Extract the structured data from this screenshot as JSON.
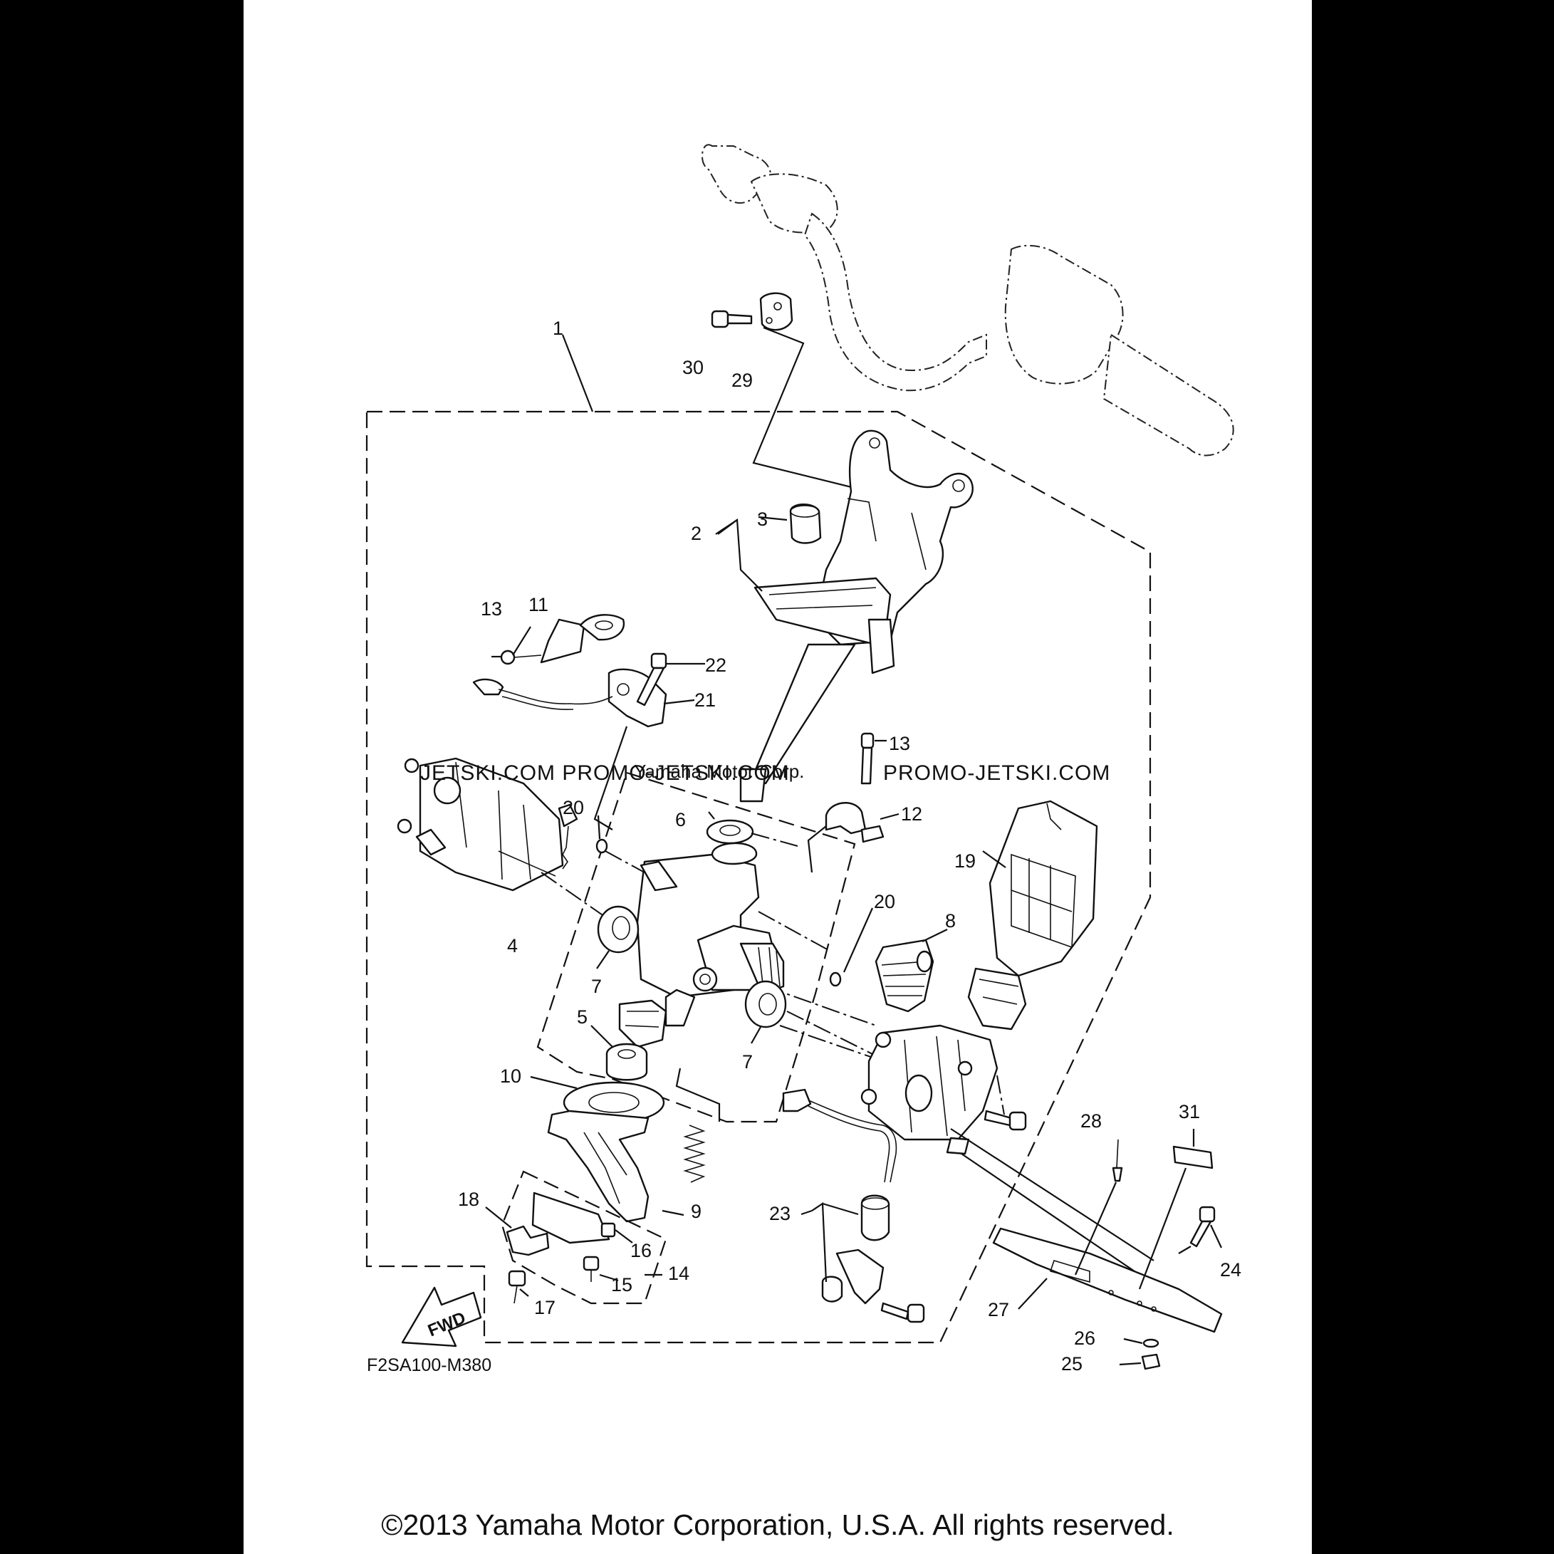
{
  "diagram": {
    "callouts": [
      "1",
      "2",
      "3",
      "4",
      "5",
      "6",
      "7",
      "7",
      "8",
      "9",
      "10",
      "11",
      "12",
      "13",
      "13",
      "14",
      "15",
      "16",
      "17",
      "18",
      "19",
      "20",
      "20",
      "21",
      "22",
      "23",
      "24",
      "25",
      "26",
      "27",
      "28",
      "29",
      "30",
      "31"
    ],
    "fwd_label": "FWD",
    "figure_code": "F2SA100-M380",
    "watermark_left": "JETSKI.COM  PROMO-JETSKI.COM",
    "watermark_right": "PROMO-JETSKI.COM",
    "watermark_center": "Yamaha Motor Corp."
  },
  "footer": {
    "copyright": "©2013 Yamaha Motor Corporation, U.S.A. All rights reserved."
  },
  "colors": {
    "background": "#000000",
    "sheet": "#ffffff",
    "ink": "#111111"
  }
}
